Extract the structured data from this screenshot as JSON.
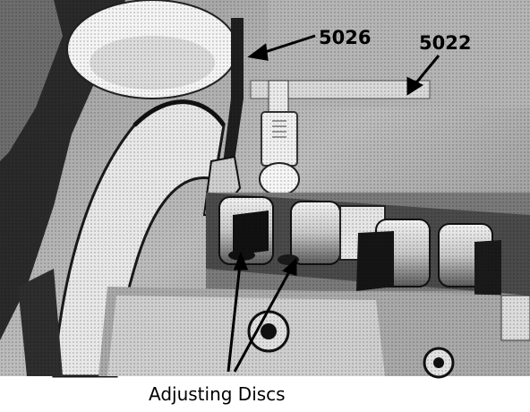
{
  "photo": {
    "subject": "engine-camshaft-and-valve-adjusting-tool",
    "callouts": {
      "part_5026": "5026",
      "part_5022": "5022",
      "adjusting_discs": "Adjusting Discs"
    }
  }
}
